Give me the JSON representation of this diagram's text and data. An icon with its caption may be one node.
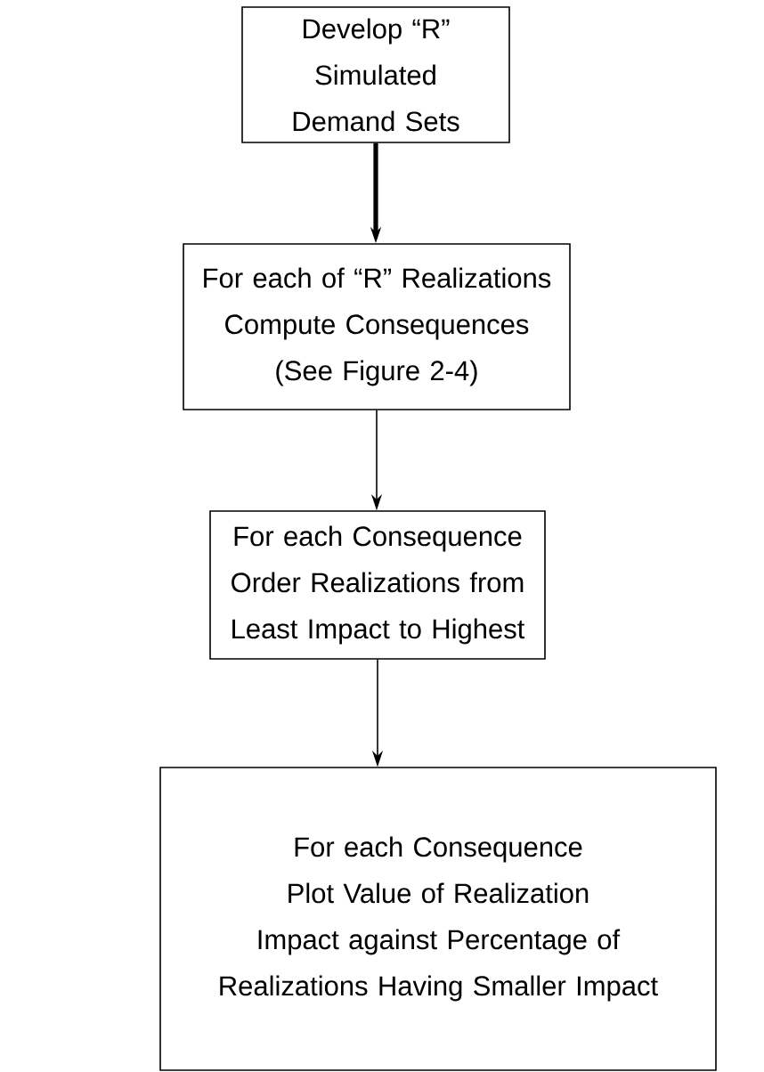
{
  "diagram": {
    "nodes": [
      {
        "text": [
          "Develop “R” Simulated Demand Sets"
        ]
      },
      {
        "text": [
          "For each of “R” Realizations",
          "Compute Consequences (See Figure 2-4)"
        ]
      },
      {
        "text": [
          "For each Consequence",
          "Order Realizations from Least Impact to Highest"
        ]
      },
      {
        "text": [
          "For each Consequence",
          "Plot Value of Realization Impact against Percentage of Realizations Having Smaller Impact"
        ]
      }
    ],
    "edges": [
      {
        "from": 0,
        "to": 1,
        "arrow": "to",
        "style": "thick"
      },
      {
        "from": 1,
        "to": 2,
        "arrow": "to"
      },
      {
        "from": 2,
        "to": 3,
        "arrow": "to"
      }
    ]
  }
}
